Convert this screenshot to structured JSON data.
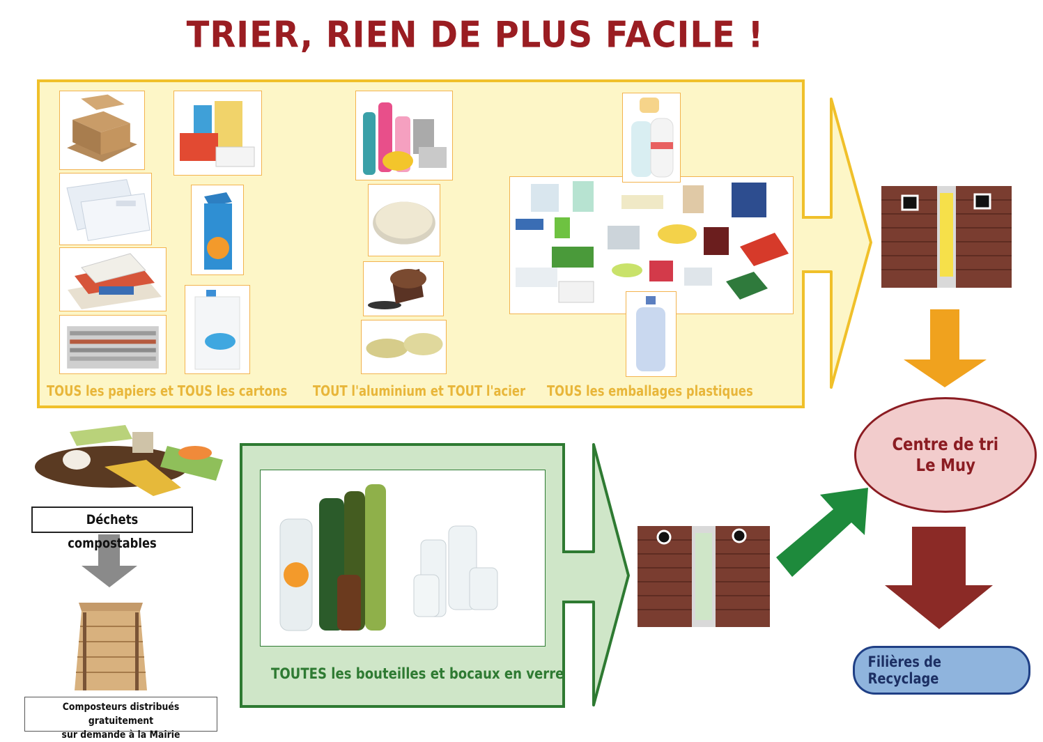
{
  "title": "TRIER, RIEN DE PLUS FACILE !",
  "yellow_section": {
    "captions": [
      "TOUS les papiers et TOUS les cartons",
      "TOUT l'aluminium et TOUT l'acier",
      "TOUS les emballages plastiques"
    ]
  },
  "green_section": {
    "caption": "TOUTES les bouteilles et bocaux en verre"
  },
  "compost": {
    "label": "Déchets compostables",
    "composter_line1": "Composteurs distribués gratuitement",
    "composter_line2": "sur demande à la Mairie"
  },
  "centre": {
    "line1": "Centre de tri",
    "line2": "Le Muy"
  },
  "filieres": {
    "label": "Filières de Recyclage"
  },
  "colors": {
    "title": "#9a1d22",
    "yellow_fill": "#fdf6c7",
    "yellow_border": "#f0c02a",
    "green_fill": "#cfe6c8",
    "green_border": "#2e7a32",
    "orange_arrow": "#f0a21e",
    "green_arrow": "#1e8a3c",
    "red_arrow": "#8b2a26",
    "grey_arrow": "#8a8a8a"
  }
}
